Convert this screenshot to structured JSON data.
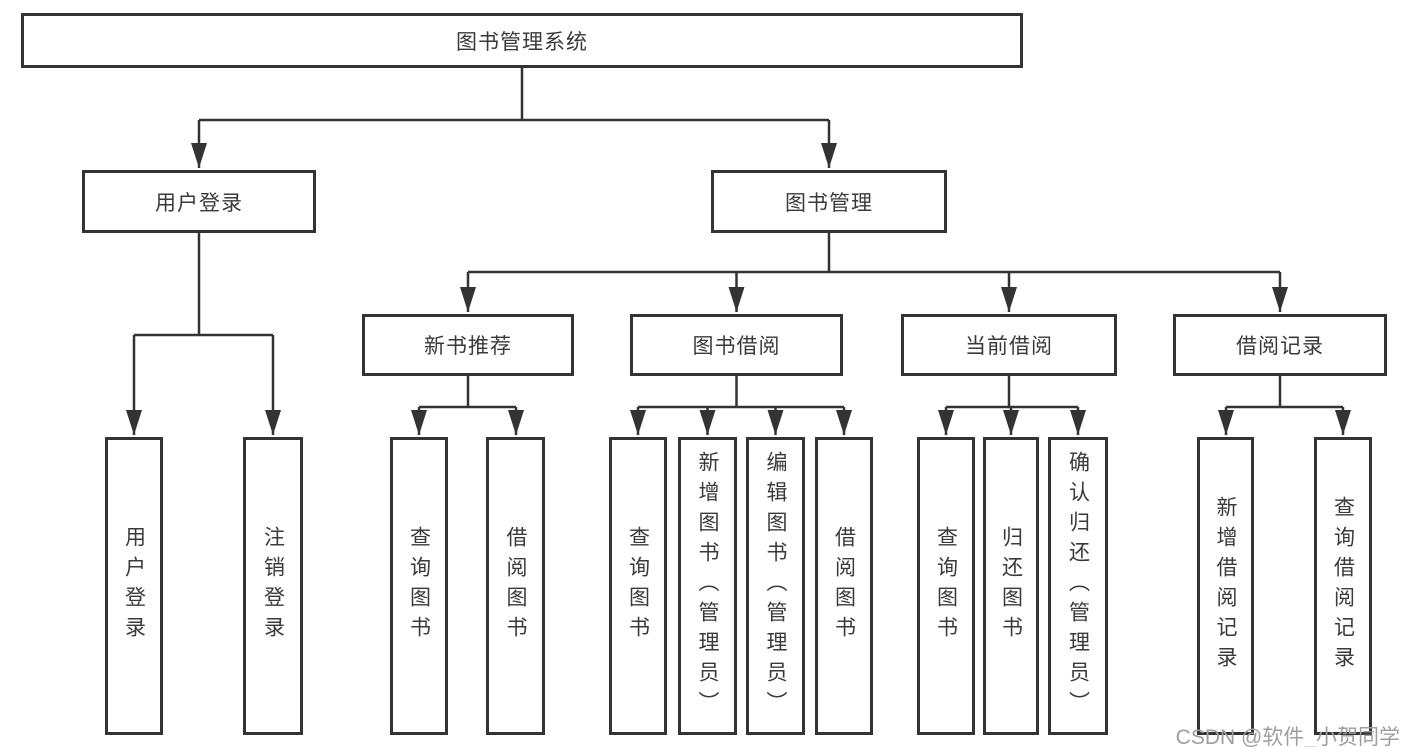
{
  "diagram_title": "图书管理系统",
  "tree": {
    "root": "图书管理系统",
    "branches": [
      {
        "label": "用户登录",
        "children": [
          {
            "label": "用户登录"
          },
          {
            "label": "注销登录"
          }
        ]
      },
      {
        "label": "图书管理",
        "children": [
          {
            "label": "新书推荐",
            "children": [
              {
                "label": "查询图书"
              },
              {
                "label": "借阅图书"
              }
            ]
          },
          {
            "label": "图书借阅",
            "children": [
              {
                "label": "查询图书"
              },
              {
                "label": "新增图书（管理员）"
              },
              {
                "label": "编辑图书（管理员）"
              },
              {
                "label": "借阅图书"
              }
            ]
          },
          {
            "label": "当前借阅",
            "children": [
              {
                "label": "查询图书"
              },
              {
                "label": "归还图书"
              },
              {
                "label": "确认归还（管理员）"
              }
            ]
          },
          {
            "label": "借阅记录",
            "children": [
              {
                "label": "新增借阅记录"
              },
              {
                "label": "查询借阅记录"
              }
            ]
          }
        ]
      }
    ]
  },
  "watermark": {
    "text": "CSDN @软件_小贺同学"
  },
  "colors": {
    "line": "#333333",
    "box_border": "#333333",
    "text": "#3a3a3a",
    "watermark": "#9e9e9e",
    "background": "#ffffff"
  }
}
